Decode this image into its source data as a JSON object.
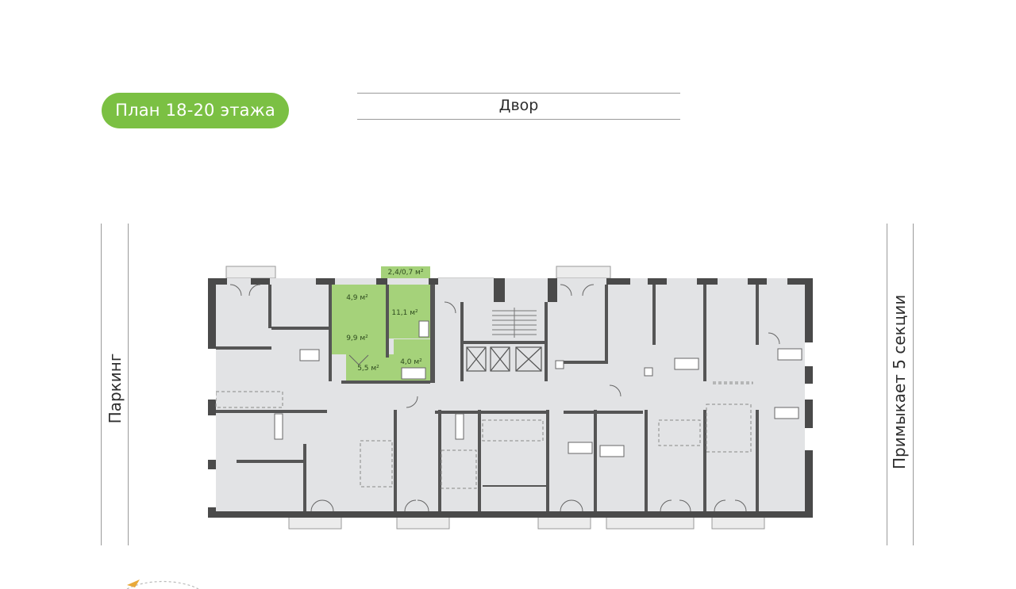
{
  "plan": {
    "title": "План 18-20 этажа",
    "top_side": "Двор",
    "left_side": "Паркинг",
    "right_side": "Примыкает 5 секции",
    "highlight_color": "#a5d27a",
    "room_areas": {
      "balcony": "2,4/0,7 м²",
      "room_small": "4,9 м²",
      "living": "11,1 м²",
      "bedroom": "9,9 м²",
      "hall": "5,5 м²",
      "bathroom": "4,0 м²"
    }
  }
}
